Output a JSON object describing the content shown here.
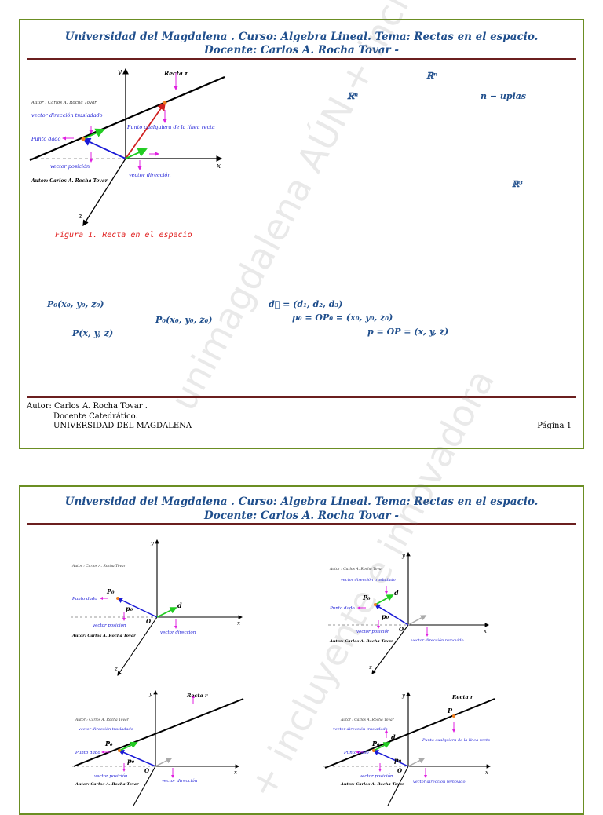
{
  "header": {
    "line1": "Universidad del Magdalena . Curso: Algebra Lineal. Tema: Rectas en el espacio.",
    "line2": "Docente: Carlos A. Rocha Tovar -"
  },
  "watermark": "unimagdalena AÚN + incluyente e innovadora",
  "watermark_p2": "+ incluyente e innovadora",
  "figure1": {
    "axis_y": "y",
    "axis_x": "x",
    "axis_z": "z",
    "recta": "Recta r",
    "autor_small": "Autor : Carlos A. Rocha Tovar",
    "vector_direccion_trasladado": "vector dirección trasladado",
    "punto_dado": "Punto dado",
    "punto_cualquiera": "Punto cualquiera de la línea recta",
    "vector_posicion": "vector posición",
    "vector_direccion": "vector dirección",
    "autor_bold": "Autor: Carlos A. Rocha Tovar",
    "caption": "Figura 1. Recta en el espacio"
  },
  "math": {
    "rn_top": "ℝⁿ",
    "rn_mid": "ℝⁿ",
    "n_uplas": "n − uplas",
    "r3": "ℝ³",
    "p0_left": "P₀(x₀, y₀, z₀)",
    "p0_center": "P₀(x₀, y₀, z₀)",
    "p_xyz": "P(x, y, z)",
    "d_vec": "d⃗ = (d₁, d₂, d₃)",
    "p0_vec": "p₀ = OP₀ = (x₀, y₀, z₀)",
    "p_vec": "p = OP = (x, y, z)"
  },
  "footer": {
    "autor": "Autor: Carlos A. Rocha Tovar .",
    "docente": "Docente Catedrático.",
    "universidad": "UNIVERSIDAD DEL MAGDALENA",
    "pagina": "Página 1"
  },
  "page2": {
    "fig_a": {
      "autor_small": "Autor : Carlos A. Rocha Tovar",
      "P0": "P₀",
      "p0": "p₀",
      "d": "d",
      "punto_dado": "Punto dado",
      "vector_posicion": "vector posición",
      "O": "O",
      "vector_direccion": "vector dirección",
      "autor_bold": "Autor: Carlos A. Rocha Tovar",
      "y": "y",
      "x": "x",
      "z": "z"
    },
    "fig_b": {
      "autor_small": "Autor : Carlos A. Rocha Tovar",
      "vector_direccion_trasladado": "vector dirección trasladado",
      "P0": "P₀",
      "d": "d",
      "punto_dado": "Punto dado",
      "p0": "p₀",
      "vector_posicion": "vector posición",
      "O": "O",
      "vector_direccion_removido": "vector dirección removido",
      "autor_bold": "Autor: Carlos A. Rocha Tovar",
      "y": "y",
      "x": "x",
      "z": "z"
    },
    "fig_c": {
      "recta": "Recta r",
      "autor_small": "Autor : Carlos A. Rocha Tovar",
      "vector_direccion_trasladado": "vector dirección trasladado",
      "P0": "P₀",
      "punto_dado": "Punto dado",
      "p0": "p₀",
      "vector_posicion": "vector posición",
      "O": "O",
      "vector_direccion": "vector dirección",
      "autor_bold": "Autor: Carlos A. Rocha Tovar",
      "y": "y",
      "x": "x"
    },
    "fig_d": {
      "recta": "Recta r",
      "P": "P",
      "autor_small": "Autor : Carlos A. Rocha Tovar",
      "vector_direccion_trasladado": "vector dirección trasladado",
      "d": "d",
      "P0": "P₀",
      "punto_cualquiera": "Punto cualquiera de la línea recta",
      "punto_dado": "Punto dado",
      "p0": "p₀",
      "vector_posicion": "vector posición",
      "O": "O",
      "vector_direccion_removido": "vector dirección removido",
      "autor_bold": "Autor: Carlos A. Rocha Tovar",
      "y": "y",
      "x": "x"
    }
  }
}
